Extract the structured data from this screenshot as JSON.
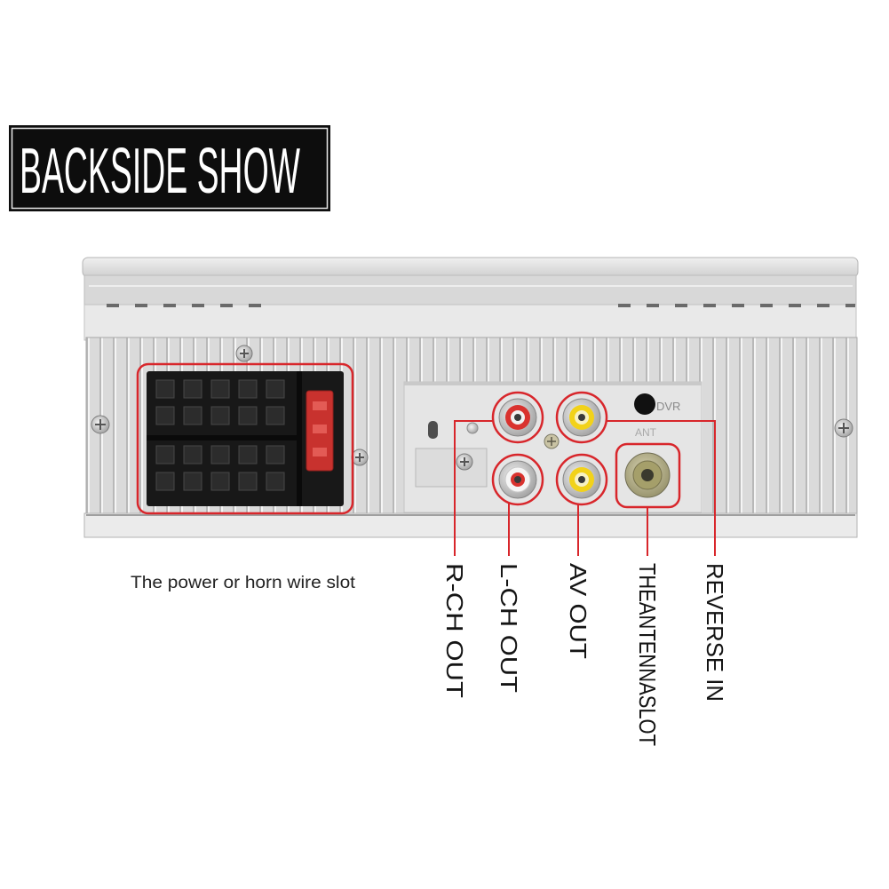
{
  "title": "BACKSIDE SHOW",
  "captions": {
    "power_slot": "The power or horn wire slot"
  },
  "callouts": {
    "r_ch_out": "R-CH OUT",
    "l_ch_out": "L-CH OUT",
    "av_out": "AV OUT",
    "antenna_slot": "THEANTENNASLOT",
    "reverse_in": "REVERSE IN"
  },
  "device_marks": {
    "dvr": "DVR",
    "ant": "ANT"
  },
  "colors": {
    "callout": "#d8262b",
    "title_background": "#0d0d0d",
    "rca_red": "#d9322e",
    "rca_yellow": "#f2d21a",
    "fuse": "#c8322e"
  }
}
